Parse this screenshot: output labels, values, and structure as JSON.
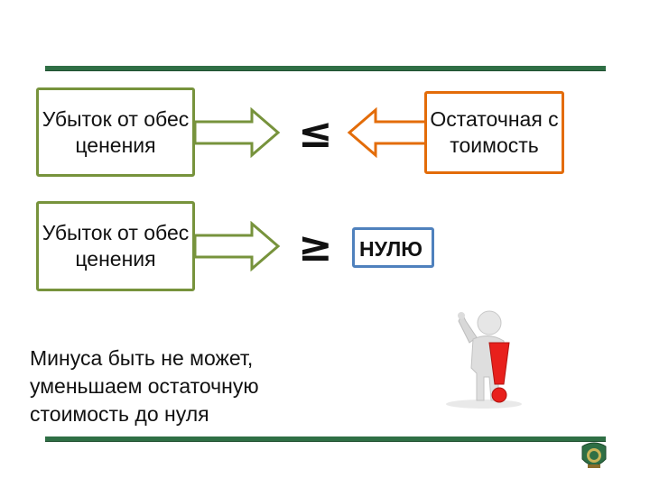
{
  "row1": {
    "left_box": "Убыток от обесценения",
    "relation": "≤",
    "right_box": "Остаточная стоимость"
  },
  "row2": {
    "left_box": "Убыток от обесценения",
    "relation": "≥",
    "right_box": "НУЛЮ"
  },
  "note": {
    "line1": "Минуса быть не может,",
    "line2": "уменьшаем остаточную",
    "line3": "стоимость до нуля"
  },
  "colors": {
    "rule": "#2f6f45",
    "green_border": "#77933c",
    "orange_border": "#e36c09",
    "blue_border": "#4f81bd",
    "exclamation": "#e8201c"
  },
  "icons": {
    "figure": "person-with-exclamation-icon",
    "emblem": "institution-emblem-icon"
  }
}
